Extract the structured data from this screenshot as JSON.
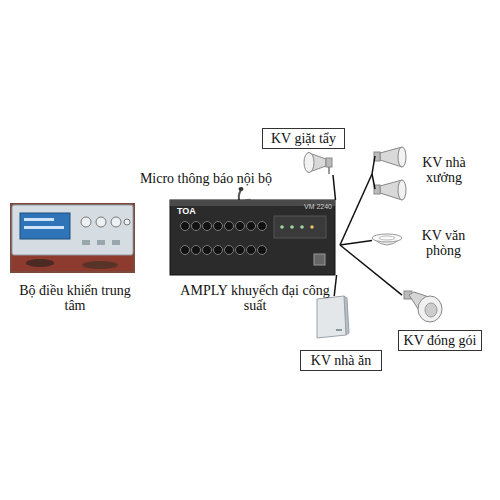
{
  "diagram": {
    "nodes": [
      {
        "text": [
          "Bộ điều khiển trung tâm"
        ]
      },
      {
        "text": [
          "Micro thông báo nội bộ"
        ]
      },
      {
        "text": [
          "AMPLY khuyếch đại công suất"
        ]
      },
      {
        "text": [
          "KV giặt tẩy"
        ]
      },
      {
        "text": [
          "KV nhà xưởng"
        ]
      },
      {
        "text": [
          "KV văn phòng"
        ]
      },
      {
        "text": [
          "KV nhà ăn"
        ]
      },
      {
        "text": [
          "KV đóng gói"
        ]
      }
    ],
    "edges": [
      {
        "from": 2,
        "to": 3,
        "arrow": "none"
      },
      {
        "from": 2,
        "to": 4,
        "arrow": "none"
      },
      {
        "from": 2,
        "to": 5,
        "arrow": "none"
      },
      {
        "from": 2,
        "to": 6,
        "arrow": "none"
      },
      {
        "from": 2,
        "to": 7,
        "arrow": "none"
      }
    ],
    "labels": [
      "TOA",
      "VM 2240"
    ]
  }
}
